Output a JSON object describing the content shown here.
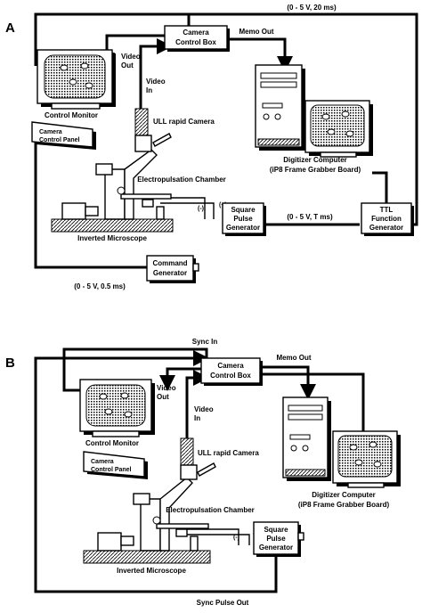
{
  "panel_a": {
    "letter": "A",
    "camera_control_box": [
      "Camera",
      "Control Box"
    ],
    "memo_out": "Memo Out",
    "signal_top": "(0 - 5 V, 20 ms)",
    "video_out": [
      "Video",
      "Out"
    ],
    "video_in": [
      "Video",
      "In"
    ],
    "control_monitor": "Control Monitor",
    "camera_control_panel": [
      "Camera",
      "Control Panel"
    ],
    "camera": "ULL rapid Camera",
    "digitizer": [
      "Digitizer Computer",
      "(iP8 Frame Grabber Board)"
    ],
    "chamber": "Electropulsation Chamber",
    "minus": "(-)",
    "plus": "(+)",
    "pulse_gen": [
      "Square",
      "Pulse",
      "Generator"
    ],
    "ttl_gen": [
      "TTL",
      "Function",
      "Generator"
    ],
    "signal_ttl": "(0 - 5 V, T ms)",
    "microscope": "Inverted Microscope",
    "command_gen": [
      "Command",
      "Generator"
    ],
    "signal_bottom": "(0 - 5 V, 0.5 ms)"
  },
  "panel_b": {
    "letter": "B",
    "sync_in": "Sync In",
    "camera_control_box": [
      "Camera",
      "Control Box"
    ],
    "memo_out": "Memo Out",
    "video_out": [
      "Video",
      "Out"
    ],
    "video_in": [
      "Video",
      "In"
    ],
    "control_monitor": "Control Monitor",
    "camera_control_panel": [
      "Camera",
      "Control Panel"
    ],
    "camera": "ULL rapid Camera",
    "digitizer": [
      "Digitizer Computer",
      "(iP8 Frame Grabber Board)"
    ],
    "chamber": "Electropulsation Chamber",
    "minus": "(-)",
    "plus": "(+)",
    "pulse_gen": [
      "Square",
      "Pulse",
      "Generator"
    ],
    "microscope": "Inverted Microscope",
    "sync_pulse_out": "Sync Pulse Out"
  }
}
